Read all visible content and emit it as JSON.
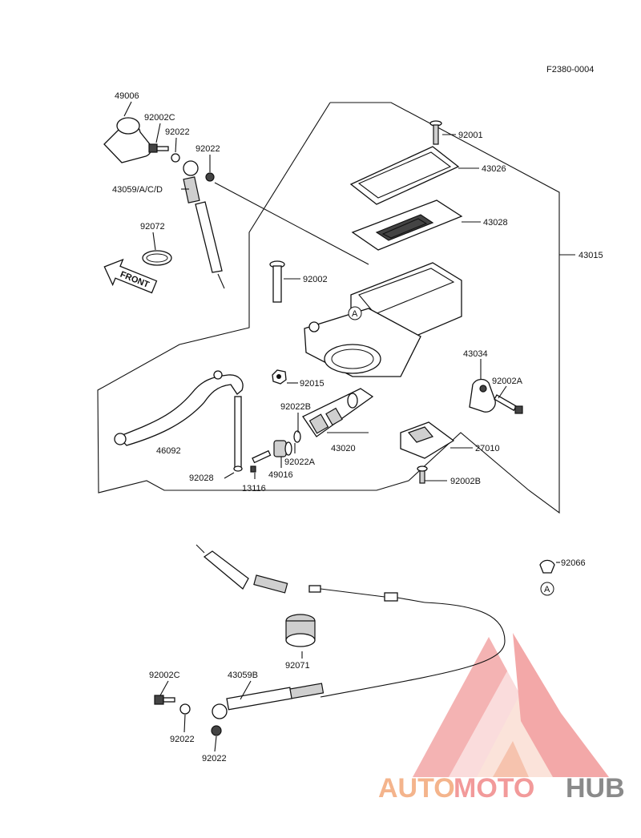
{
  "figure_code": "F2380-0004",
  "front_arrow_text": "FRONT",
  "reference_mark": "A",
  "parts": [
    {
      "id": "p49006",
      "number": "49006"
    },
    {
      "id": "p92002C_top",
      "number": "92002C"
    },
    {
      "id": "p92022_a",
      "number": "92022"
    },
    {
      "id": "p92022_b",
      "number": "92022"
    },
    {
      "id": "p43059",
      "number": "43059/A/C/D"
    },
    {
      "id": "p92072",
      "number": "92072"
    },
    {
      "id": "p92001",
      "number": "92001"
    },
    {
      "id": "p43026",
      "number": "43026"
    },
    {
      "id": "p43028",
      "number": "43028"
    },
    {
      "id": "p43015",
      "number": "43015"
    },
    {
      "id": "p92002",
      "number": "92002"
    },
    {
      "id": "p92015",
      "number": "92015"
    },
    {
      "id": "p43034",
      "number": "43034"
    },
    {
      "id": "p92002A",
      "number": "92002A"
    },
    {
      "id": "p92022B",
      "number": "92022B"
    },
    {
      "id": "p43020",
      "number": "43020"
    },
    {
      "id": "p27010",
      "number": "27010"
    },
    {
      "id": "p46092",
      "number": "46092"
    },
    {
      "id": "p92022A",
      "number": "92022A"
    },
    {
      "id": "p49016",
      "number": "49016"
    },
    {
      "id": "p92028",
      "number": "92028"
    },
    {
      "id": "p13116",
      "number": "13116"
    },
    {
      "id": "p92002B",
      "number": "92002B"
    },
    {
      "id": "p92066",
      "number": "92066"
    },
    {
      "id": "p92071",
      "number": "92071"
    },
    {
      "id": "p92002C_bot",
      "number": "92002C"
    },
    {
      "id": "p43059B",
      "number": "43059B"
    },
    {
      "id": "p92022_c",
      "number": "92022"
    },
    {
      "id": "p92022_d",
      "number": "92022"
    }
  ],
  "watermark": {
    "part1": "AUTO",
    "part2": "MOTO",
    "part3": "HUB",
    "colors": {
      "auto": "#f4b48c",
      "moto": "#f29a9a",
      "hub": "#8a8a8a"
    }
  }
}
